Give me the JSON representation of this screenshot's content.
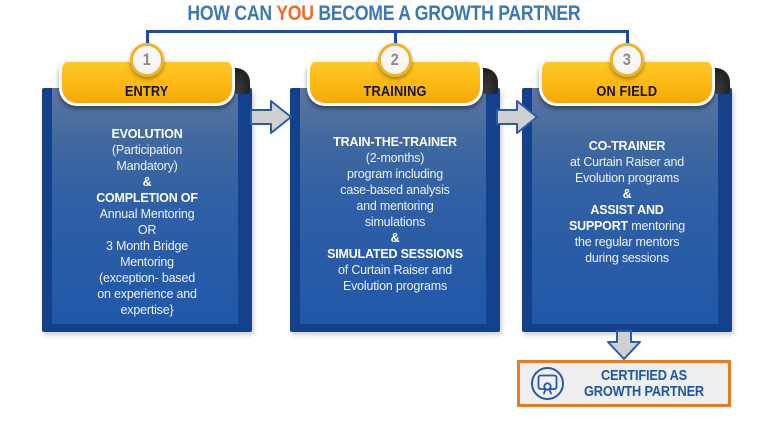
{
  "title": {
    "pre": "HOW CAN ",
    "highlight": "YOU",
    "post": " BECOME A GROWTH PARTNER"
  },
  "colors": {
    "title_blue": "#3c78b4",
    "highlight_orange": "#f4691e",
    "connector_blue": "#1e4b9e",
    "tab_yellow": "#fcb813",
    "card_navy": "#14418b",
    "card_body_blue": "#2058a9",
    "circle_ring_gold": "#f0b429",
    "arrow_gray": "#d0d0d0",
    "badge_border_orange": "#e87a25",
    "badge_text_blue": "#1d55a8"
  },
  "steps": [
    {
      "number": "1",
      "header": "ENTRY",
      "lines": [
        [
          {
            "text": "EVOLUTION",
            "bold": true
          }
        ],
        [
          {
            "text": "(Participation",
            "bold": false
          }
        ],
        [
          {
            "text": "Mandatory)",
            "bold": false
          }
        ],
        [
          {
            "text": "&",
            "bold": true
          }
        ],
        [
          {
            "text": "COMPLETION OF",
            "bold": true
          }
        ],
        [
          {
            "text": "Annual Mentoring",
            "bold": false
          }
        ],
        [
          {
            "text": "OR",
            "bold": false
          }
        ],
        [
          {
            "text": "3 Month Bridge",
            "bold": false
          }
        ],
        [
          {
            "text": "Mentoring",
            "bold": false
          }
        ],
        [
          {
            "text": "(exception- based",
            "bold": false
          }
        ],
        [
          {
            "text": "on experience and",
            "bold": false
          }
        ],
        [
          {
            "text": "expertise}",
            "bold": false
          }
        ]
      ]
    },
    {
      "number": "2",
      "header": "TRAINING",
      "lines": [
        [
          {
            "text": "TRAIN-THE-TRAINER",
            "bold": true
          }
        ],
        [
          {
            "text": "(2-months)",
            "bold": false
          }
        ],
        [
          {
            "text": "program including",
            "bold": false
          }
        ],
        [
          {
            "text": "case-based analysis",
            "bold": false
          }
        ],
        [
          {
            "text": "and mentoring",
            "bold": false
          }
        ],
        [
          {
            "text": "simulations",
            "bold": false
          }
        ],
        [
          {
            "text": "&",
            "bold": true
          }
        ],
        [
          {
            "text": "SIMULATED SESSIONS",
            "bold": true
          }
        ],
        [
          {
            "text": "of Curtain Raiser and",
            "bold": false
          }
        ],
        [
          {
            "text": "Evolution programs",
            "bold": false
          }
        ]
      ]
    },
    {
      "number": "3",
      "header": "ON FIELD",
      "lines": [
        [
          {
            "text": "CO-TRAINER",
            "bold": true
          }
        ],
        [
          {
            "text": "at Curtain Raiser and",
            "bold": false
          }
        ],
        [
          {
            "text": "Evolution programs",
            "bold": false
          }
        ],
        [
          {
            "text": "&",
            "bold": true
          }
        ],
        [
          {
            "text": "ASSIST AND",
            "bold": true
          }
        ],
        [
          {
            "text": "SUPPORT ",
            "bold": true
          },
          {
            "text": "mentoring",
            "bold": false
          }
        ],
        [
          {
            "text": "the regular mentors",
            "bold": false
          }
        ],
        [
          {
            "text": "during sessions",
            "bold": false
          }
        ]
      ]
    }
  ],
  "badge": {
    "icon": "certificate-icon",
    "line1": "CERTIFIED AS",
    "line2": "GROWTH PARTNER"
  }
}
